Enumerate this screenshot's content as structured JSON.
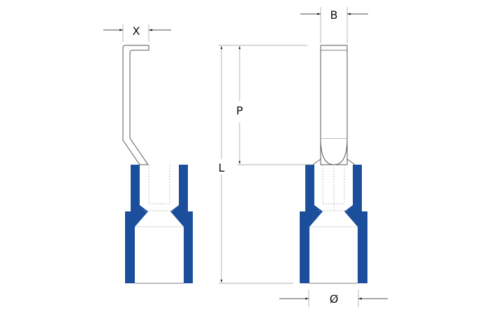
{
  "labels": {
    "x": "X",
    "b": "B",
    "p": "P",
    "l": "L",
    "diameter": "Ø"
  },
  "colors": {
    "insulation": "#1b4e9b",
    "outline": "#555555",
    "dimension": "#999999"
  }
}
